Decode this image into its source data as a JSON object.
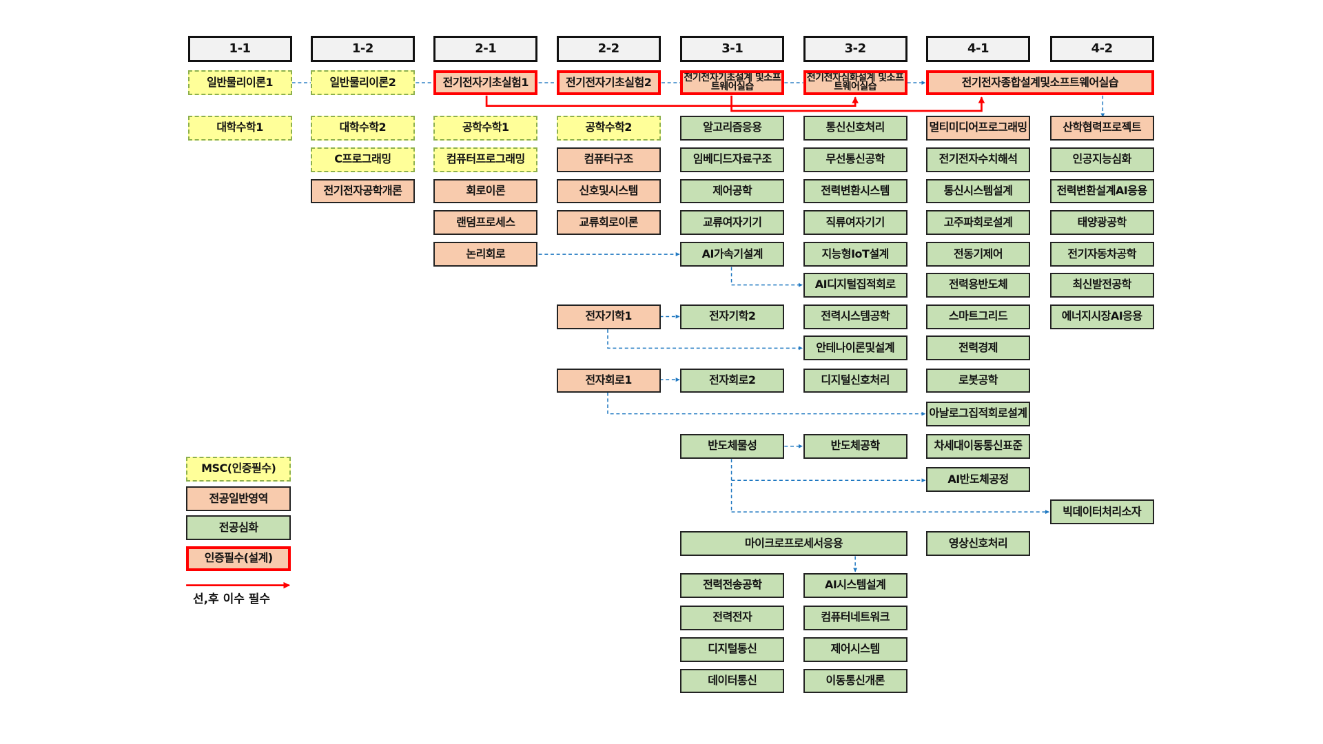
{
  "semesters": [
    "1-1",
    "1-2",
    "2-1",
    "2-2",
    "3-1",
    "3-2",
    "4-1",
    "4-2"
  ],
  "columns": [
    {
      "courses": [
        {
          "name": "일반물리이론1",
          "type": "msc"
        },
        {
          "name": "대학수학1",
          "type": "msc"
        }
      ]
    },
    {
      "courses": [
        {
          "name": "일반물리이론2",
          "type": "msc"
        },
        {
          "name": "대학수학2",
          "type": "msc"
        },
        {
          "name": "C프로그래밍",
          "type": "msc"
        },
        {
          "name": "전기전자공학개론",
          "type": "gen"
        }
      ]
    },
    {
      "courses": [
        {
          "name": "전기전자기초실험1",
          "type": "cert"
        },
        {
          "name": "공학수학1",
          "type": "msc"
        },
        {
          "name": "컴퓨터프로그래밍",
          "type": "msc"
        },
        {
          "name": "회로이론",
          "type": "gen"
        },
        {
          "name": "랜덤프로세스",
          "type": "gen"
        },
        {
          "name": "논리회로",
          "type": "gen"
        }
      ]
    },
    {
      "courses": [
        {
          "name": "전기전자기초실험2",
          "type": "cert"
        },
        {
          "name": "공학수학2",
          "type": "msc"
        },
        {
          "name": "컴퓨터구조",
          "type": "gen"
        },
        {
          "name": "신호및시스템",
          "type": "gen"
        },
        {
          "name": "교류회로이론",
          "type": "gen"
        },
        {
          "name": "전자기학1",
          "type": "gen"
        },
        {
          "name": "전자회로1",
          "type": "gen"
        }
      ]
    },
    {
      "courses": [
        {
          "name": "전기전자기초설계 및소프트웨어실습",
          "type": "cert"
        },
        {
          "name": "알고리즘응용",
          "type": "adv"
        },
        {
          "name": "임베디드자료구조",
          "type": "adv"
        },
        {
          "name": "제어공학",
          "type": "adv"
        },
        {
          "name": "교류여자기기",
          "type": "adv"
        },
        {
          "name": "AI가속기설계",
          "type": "adv"
        },
        {
          "name": "전자기학2",
          "type": "adv"
        },
        {
          "name": "전자회로2",
          "type": "adv"
        },
        {
          "name": "반도체물성",
          "type": "adv"
        },
        {
          "name": "마이크로프로세서응용",
          "type": "adv"
        },
        {
          "name": "전력전송공학",
          "type": "adv"
        },
        {
          "name": "전력전자",
          "type": "adv"
        },
        {
          "name": "디지털통신",
          "type": "adv"
        },
        {
          "name": "데이터통신",
          "type": "adv"
        }
      ]
    },
    {
      "courses": [
        {
          "name": "전기전자심화설계 및소프트웨어실습",
          "type": "cert"
        },
        {
          "name": "통신신호처리",
          "type": "adv"
        },
        {
          "name": "무선통신공학",
          "type": "adv"
        },
        {
          "name": "전력변환시스템",
          "type": "adv"
        },
        {
          "name": "직류여자기기",
          "type": "adv"
        },
        {
          "name": "지능형IoT설계",
          "type": "adv"
        },
        {
          "name": "AI디지털집적회로",
          "type": "adv"
        },
        {
          "name": "전력시스템공학",
          "type": "adv"
        },
        {
          "name": "안테나이론및설계",
          "type": "adv"
        },
        {
          "name": "디지털신호처리",
          "type": "adv"
        },
        {
          "name": "반도체공학",
          "type": "adv"
        },
        {
          "name": "AI시스템설계",
          "type": "adv"
        },
        {
          "name": "컴퓨터네트워크",
          "type": "adv"
        },
        {
          "name": "제어시스템",
          "type": "adv"
        },
        {
          "name": "이동통신개론",
          "type": "adv"
        }
      ]
    },
    {
      "courses": [
        {
          "name": "전기전자종합설계및소프트웨어실습",
          "type": "cert"
        },
        {
          "name": "멀티미디어프로그래밍",
          "type": "gen"
        },
        {
          "name": "전기전자수치해석",
          "type": "adv"
        },
        {
          "name": "통신시스템설계",
          "type": "adv"
        },
        {
          "name": "고주파회로설계",
          "type": "adv"
        },
        {
          "name": "전동기제어",
          "type": "adv"
        },
        {
          "name": "전력용반도체",
          "type": "adv"
        },
        {
          "name": "스마트그리드",
          "type": "adv"
        },
        {
          "name": "전력경제",
          "type": "adv"
        },
        {
          "name": "로봇공학",
          "type": "adv"
        },
        {
          "name": "아날로그집적회로설계",
          "type": "adv"
        },
        {
          "name": "차세대이동통신표준",
          "type": "adv"
        },
        {
          "name": "AI반도체공정",
          "type": "adv"
        },
        {
          "name": "영상신호처리",
          "type": "adv"
        }
      ]
    },
    {
      "courses": [
        {
          "name": "산학협력프로젝트",
          "type": "gen"
        },
        {
          "name": "인공지능심화",
          "type": "adv"
        },
        {
          "name": "전력변환설계AI응용",
          "type": "adv"
        },
        {
          "name": "태양광공학",
          "type": "adv"
        },
        {
          "name": "전기자동차공학",
          "type": "adv"
        },
        {
          "name": "최신발전공학",
          "type": "adv"
        },
        {
          "name": "에너지시장AI응용",
          "type": "adv"
        },
        {
          "name": "빅데이터처리소자",
          "type": "adv"
        }
      ]
    }
  ],
  "legend": {
    "items": [
      {
        "label": "MSC(인증필수)",
        "type": "msc"
      },
      {
        "label": "전공일반영역",
        "type": "gen"
      },
      {
        "label": "전공심화",
        "type": "adv"
      },
      {
        "label": "인증필수(설계)",
        "type": "cert"
      }
    ],
    "arrow_label": "선,후 이수 필수"
  },
  "colors": {
    "msc": "#ffff99",
    "gen": "#f8cbad",
    "adv": "#c6e0b4",
    "cert_border": "#ff0000",
    "prereq_arrow": "#ff0000",
    "link": "#1f78c1"
  }
}
